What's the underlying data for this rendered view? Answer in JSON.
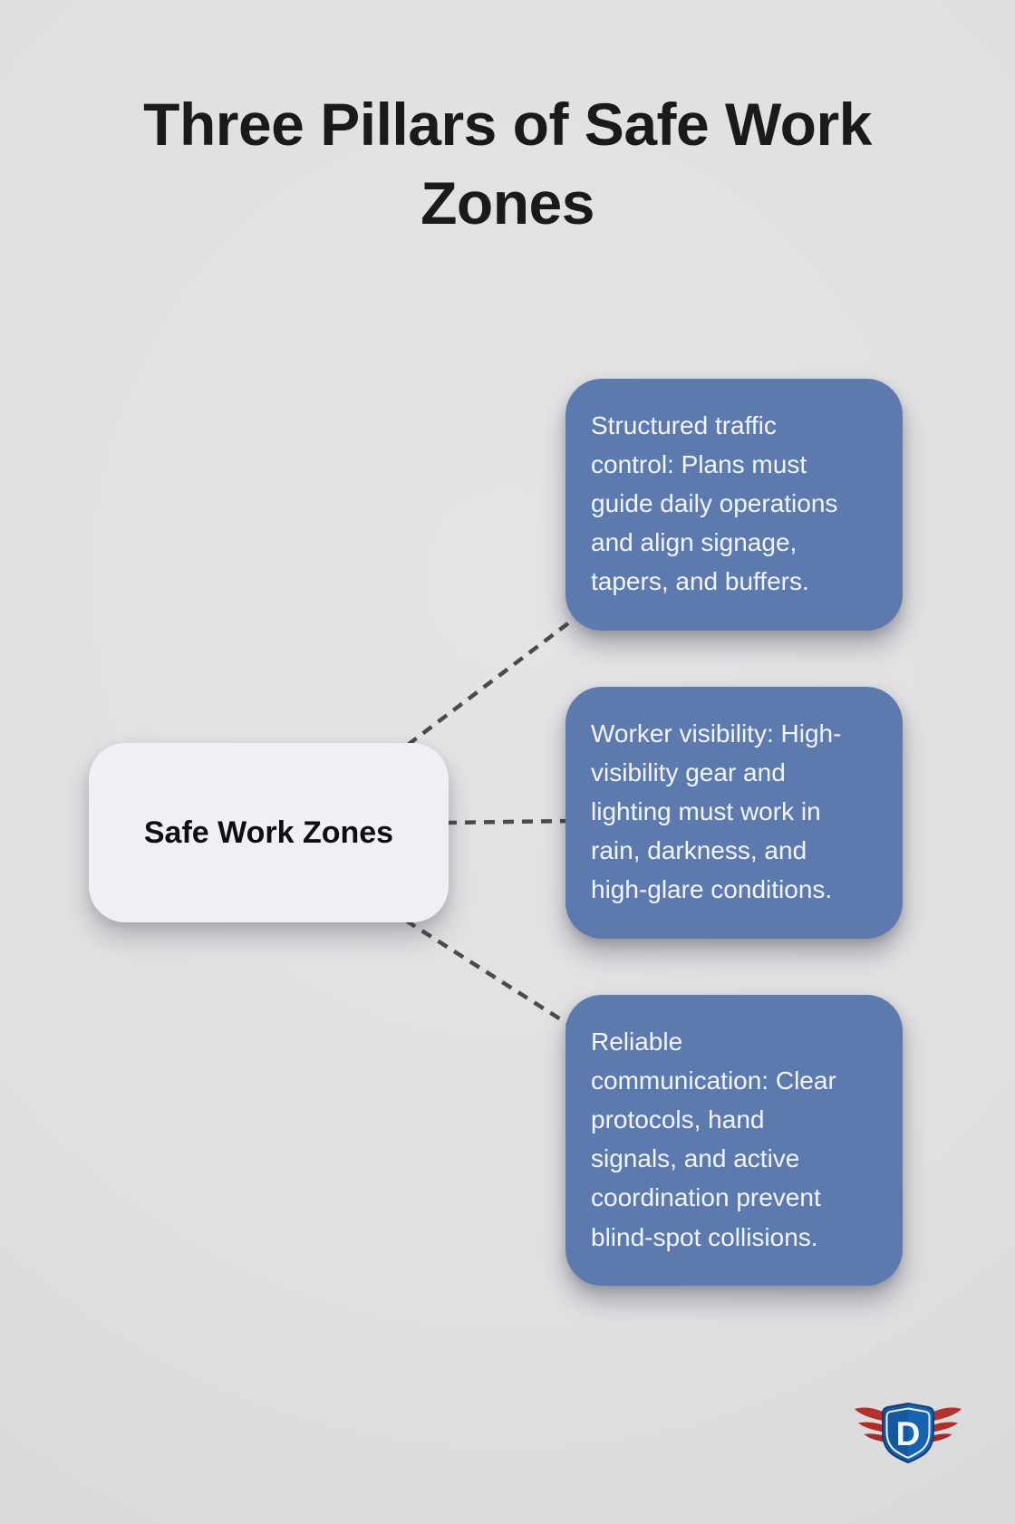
{
  "title": "Three Pillars of Safe Work Zones",
  "center": {
    "label": "Safe Work Zones"
  },
  "pillars": [
    {
      "text": "Structured traffic control: Plans must guide daily operations and align signage, tapers, and buffers."
    },
    {
      "text": "Worker visibility: High-visibility gear and lighting must work in rain, darkness, and high-glare conditions."
    },
    {
      "text": "Reliable communication: Clear protocols, hand signals, and active coordination prevent blind-spot collisions."
    }
  ],
  "logo": {
    "letter": "D"
  },
  "colors": {
    "background": "#e0e0e2",
    "title_text": "#1a1a1c",
    "pillar_blue": "#5d7aae",
    "pillar_text": "#f3f5fa",
    "center_card_bg": "#f0f0f4",
    "center_card_text": "#0f0f12",
    "connector_gray": "#4b4b4b",
    "logo_shield_blue": "#1663b0",
    "logo_shield_dark": "#0f3f7e",
    "logo_wing_red": "#b2332e"
  }
}
